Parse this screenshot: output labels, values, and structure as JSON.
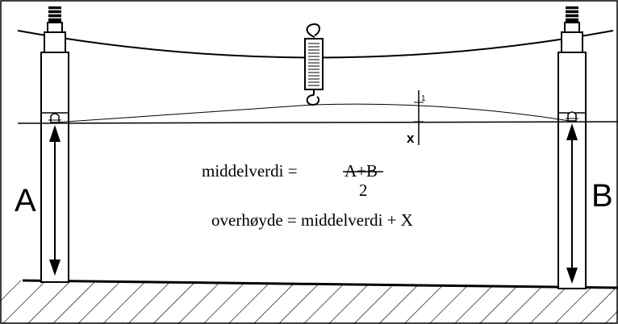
{
  "diagram": {
    "pole_left_label": "A",
    "pole_right_label": "B",
    "offset_label": "x",
    "offset_tick_label": "1",
    "formula_mean_lhs": "middelverdi =",
    "formula_mean_numerator": "A+B",
    "formula_mean_denominator": "2",
    "formula_height": "overhøyde = middelverdi + X"
  }
}
